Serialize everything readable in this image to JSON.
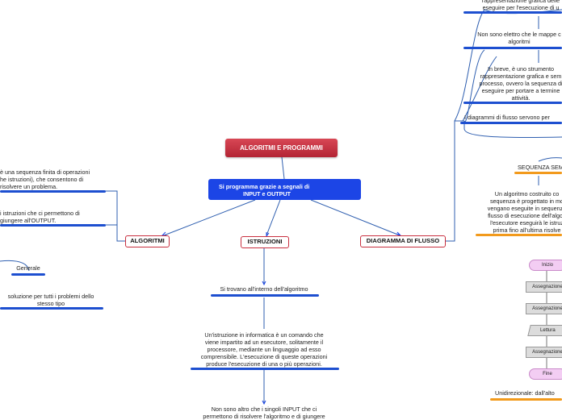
{
  "root": {
    "title": "ALGORITMI E PROGRAMMI",
    "subtitle": "Si programma grazie a segnali di\n               INPUT e OUTPUT"
  },
  "branches": {
    "algoritmi": "ALGORITMI",
    "istruzioni": "ISTRUZIONI",
    "diagramma": "DIAGRAMMA DI FLUSSO"
  },
  "istruzioni": {
    "where": "Si trovano all'interno dell'algoritmo",
    "definition": "Un'istruzione in informatica è un comando che\nviene impartito ad un esecutore, solitamente il\nprocessore, mediante un linguaggio ad esso\ncomprensibile. L'esecuzione di queste operazioni\nproduce l'esecuzione di una o più operazioni.",
    "input": "Non sono altro che i singoli INPUT che ci\npermettono di risolvere l'algoritmo e di giungere"
  },
  "algoritmi": {
    "definition": "è una sequenza finita di operazioni\nhe istruzioni), che consentono di\nrisolvere  un problema.",
    "instructions": "i istruzioni che ci permettono di\ngiungere all'OUTPUT.",
    "general": "Generale",
    "general_text": "soluzione per tutti i problemi dello\nstesso tipo"
  },
  "diagramma": {
    "graphic": "rappresentazione grafica delle\neseguire per l'esecuzione di u",
    "maps": "Non sono elettro che le mappe c\nalgoritmi",
    "brief": "In breve, è uno strumento\nrappresentazione grafica e sem\nprocesso, ovvero la sequenza di\neseguire per portare a termine\nattività.",
    "uses": "I diagrammi di flusso servono per",
    "sequence_title": "SEQUENZA SEM",
    "sequence_text": "Un algoritmo costruito co\nsequenza è progettato in mo\nvengano eseguite in sequenza\nflusso di esecuzione dell'algori\nl'esecutore eseguirà le istruz\nprima fino all'ultima risolve",
    "unidirectional": "Unidirezionale: dall'alto"
  },
  "flowchart": [
    "Inizio",
    "Assegnazione",
    "Assegnazione",
    "Lettura",
    "Assegnazione",
    "Fine"
  ],
  "colors": {
    "root": "#c82f3f",
    "subtitle": "#1c45e6",
    "bar": "#1d4fd0",
    "orange": "#f29a1c",
    "line": "#2f5fb0"
  }
}
